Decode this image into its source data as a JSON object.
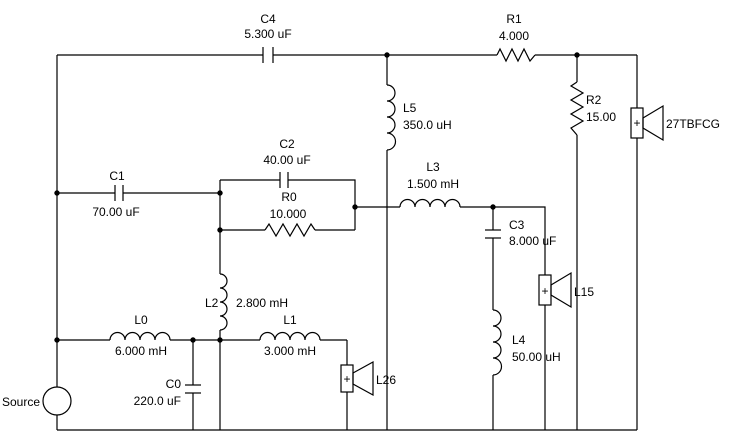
{
  "components": {
    "C4": {
      "name": "C4",
      "value": "5.300 uF"
    },
    "R1": {
      "name": "R1",
      "value": "4.000"
    },
    "L5": {
      "name": "L5",
      "value": "350.0 uH"
    },
    "R2": {
      "name": "R2",
      "value": "15.00"
    },
    "TW": {
      "name": "27TBFCG",
      "polarity": "+"
    },
    "C2": {
      "name": "C2",
      "value": "40.00 uF"
    },
    "C1": {
      "name": "C1",
      "value": "70.00 uF"
    },
    "R0": {
      "name": "R0",
      "value": "10.000"
    },
    "L3": {
      "name": "L3",
      "value": "1.500 mH"
    },
    "C3": {
      "name": "C3",
      "value": "8.000 uF"
    },
    "L15": {
      "name": "L15",
      "polarity": "+"
    },
    "L2": {
      "name": "L2",
      "value": "2.800 mH"
    },
    "L4": {
      "name": "L4",
      "value": "50.00 uH"
    },
    "L0": {
      "name": "L0",
      "value": "6.000 mH"
    },
    "L1": {
      "name": "L1",
      "value": "3.000 mH"
    },
    "L26": {
      "name": "L26",
      "polarity": "+"
    },
    "C0": {
      "name": "C0",
      "value": "220.0 uF"
    },
    "source": {
      "name": "Source"
    }
  }
}
